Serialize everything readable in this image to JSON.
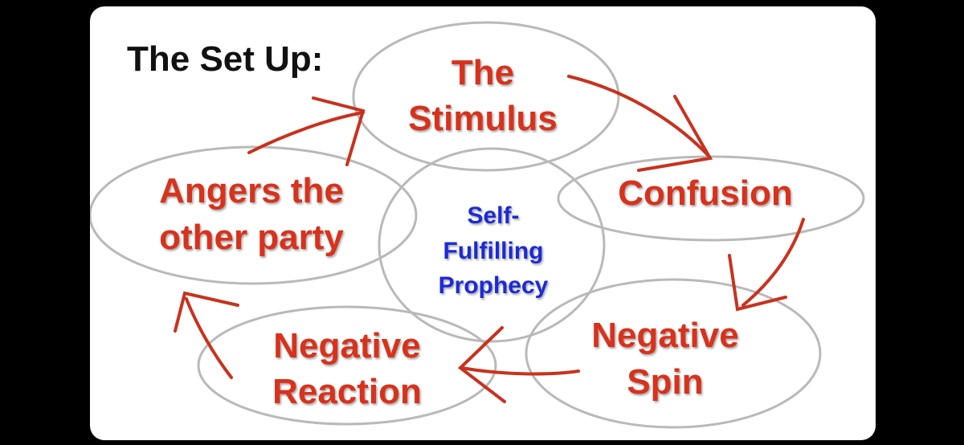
{
  "title": "The Set Up:",
  "center": {
    "lines": [
      "Self-",
      "Fulfilling",
      "Prophecy"
    ]
  },
  "nodes": [
    {
      "id": "stimulus",
      "lines": [
        "The",
        "Stimulus"
      ]
    },
    {
      "id": "confusion",
      "lines": [
        "Confusion"
      ]
    },
    {
      "id": "negative-spin",
      "lines": [
        "Negative",
        "Spin"
      ]
    },
    {
      "id": "negative-reaction",
      "lines": [
        "Negative",
        "Reaction"
      ]
    },
    {
      "id": "angers",
      "lines": [
        "Angers the",
        "other party"
      ]
    }
  ],
  "colors": {
    "background": "#000000",
    "slide": "#ffffff",
    "title": "#111111",
    "node_text": "#d7301f",
    "center_text": "#1f2bd6",
    "arrow": "#c8321e",
    "ellipse_stroke": "#b9b9b9"
  }
}
